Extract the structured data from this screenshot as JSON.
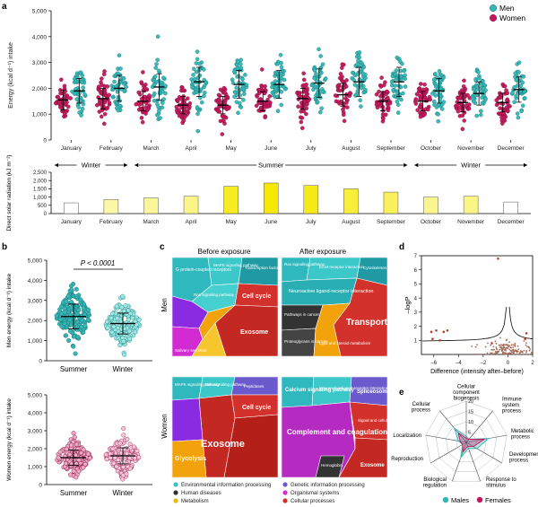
{
  "figure": {
    "panels": {
      "a": "a",
      "b": "b",
      "c": "c",
      "d": "d",
      "e": "e"
    }
  },
  "colors": {
    "men": "#34b6b6",
    "women": "#c2185b",
    "women_light": "#f0a8c4",
    "solar": "#f6e800",
    "solar_light": "#fdfbc9"
  },
  "chart_data": [
    {
      "id": "energy-by-month",
      "type": "scatter",
      "ylabel": "Energy (kcal d⁻¹) intake",
      "ylim": [
        0,
        5000
      ],
      "yticks": [
        "0",
        "1,000",
        "2,000",
        "3,000",
        "4,000",
        "5,000"
      ],
      "categories": [
        "January",
        "February",
        "March",
        "April",
        "May",
        "June",
        "July",
        "August",
        "September",
        "October",
        "November",
        "December"
      ],
      "legend": [
        "Men",
        "Women"
      ],
      "series": [
        {
          "name": "Women",
          "means": [
            1550,
            1600,
            1500,
            1350,
            1350,
            1500,
            1600,
            1750,
            1500,
            1500,
            1450,
            1450
          ]
        },
        {
          "name": "Men",
          "means": [
            1900,
            2000,
            2050,
            2250,
            2150,
            2150,
            2200,
            2250,
            2250,
            1900,
            1800,
            1950
          ]
        }
      ]
    },
    {
      "id": "solar-radiation",
      "type": "bar",
      "ylabel": "Direct solar radiation (kJ m⁻²)",
      "ylim": [
        0,
        2500
      ],
      "yticks": [
        "0",
        "500",
        "1,000",
        "1,500",
        "2,000",
        "2,500"
      ],
      "categories": [
        "January",
        "February",
        "March",
        "April",
        "May",
        "June",
        "July",
        "August",
        "September",
        "October",
        "November",
        "December"
      ],
      "values": [
        650,
        850,
        950,
        1050,
        1650,
        1850,
        1700,
        1500,
        1300,
        1000,
        1050,
        700
      ],
      "season_bands": [
        {
          "label": "Winter",
          "from": 0,
          "to": 1
        },
        {
          "label": "Summer",
          "from": 2,
          "to": 8
        },
        {
          "label": "Winter",
          "from": 9,
          "to": 11
        }
      ]
    },
    {
      "id": "men-summer-winter",
      "type": "scatter",
      "ylabel": "Men energy (kcal d⁻¹) intake",
      "ylim": [
        0,
        5000
      ],
      "yticks": [
        "0",
        "1,000",
        "2,000",
        "3,000",
        "4,000",
        "5,000"
      ],
      "categories": [
        "Summer",
        "Winter"
      ],
      "means": [
        2200,
        1850
      ],
      "annotation": "P < 0.0001"
    },
    {
      "id": "women-summer-winter",
      "type": "scatter",
      "ylabel": "Women energy (kcal d⁻¹) intake",
      "ylim": [
        0,
        5000
      ],
      "yticks": [
        "0",
        "1,000",
        "2,000",
        "3,000",
        "4,000",
        "5,000"
      ],
      "categories": [
        "Summer",
        "Winter"
      ],
      "means": [
        1500,
        1600
      ]
    },
    {
      "id": "volcano",
      "type": "scatter",
      "xlabel": "Difference (intensity after–before)",
      "ylabel": "–logP",
      "xlim": [
        -7,
        2
      ],
      "ylim": [
        0,
        7
      ],
      "xticks": [
        "–6",
        "–4",
        "–2",
        "0",
        "2"
      ],
      "yticks": [
        "1",
        "2",
        "3",
        "4",
        "5",
        "6",
        "7"
      ]
    },
    {
      "id": "radar",
      "type": "radar",
      "axes": [
        "Cellular component biogenesis",
        "Immune system process",
        "Metabolic process",
        "Developmental process",
        "Response to stimulus",
        "Biological regulation",
        "Reproduction",
        "Localization",
        "Cellular process"
      ],
      "rticks": [
        "5",
        "10",
        "15",
        "20"
      ],
      "legend": [
        "Males",
        "Females"
      ],
      "series": [
        {
          "name": "Males",
          "values": [
            3,
            2,
            11,
            6,
            3,
            8,
            2,
            4,
            9
          ]
        },
        {
          "name": "Females",
          "values": [
            2,
            2,
            9,
            4,
            2,
            5,
            2,
            3,
            6
          ]
        }
      ]
    }
  ],
  "voronoi": {
    "col_before": "Before exposure",
    "col_after": "After exposure",
    "row_men": "Men",
    "row_women": "Women",
    "men_before_tiles": [
      "G protein-coupled receptors",
      "MAPK signaling pathway",
      "Ras signaling pathway",
      "Transcription factors",
      "Cell cycle",
      "Exosome",
      "Salivary secretion"
    ],
    "men_after_tiles": [
      "Ras signaling pathway",
      "ECM-receptor interaction",
      "Cytoskeleton",
      "Neuroactive ligand-receptor interaction",
      "Pathways in cancer",
      "Transport",
      "Proteoglycans in cancer",
      "Lipid and steroid metabolism"
    ],
    "women_before_tiles": [
      "MAPK signaling pathway",
      "Ras signaling pathway",
      "Peptidases",
      "Cell cycle",
      "Exosome",
      "Glycolysis"
    ],
    "women_after_tiles": [
      "Calcium signaling pathway",
      "Neuroactive ligand-receptor interaction",
      "Spliceosome",
      "Complement and coagulation cascades",
      "Signal and cellular",
      "Exosome",
      "Hemoglobin"
    ],
    "legend": [
      {
        "label": "Environmental information processing",
        "color": "#36c4c8"
      },
      {
        "label": "Genetic information processing",
        "color": "#6a5acd"
      },
      {
        "label": "Human diseases",
        "color": "#333333"
      },
      {
        "label": "Organismal systems",
        "color": "#d12bd1"
      },
      {
        "label": "Metabolism",
        "color": "#f2b705"
      },
      {
        "label": "Cellular processes",
        "color": "#d3312b"
      }
    ]
  }
}
